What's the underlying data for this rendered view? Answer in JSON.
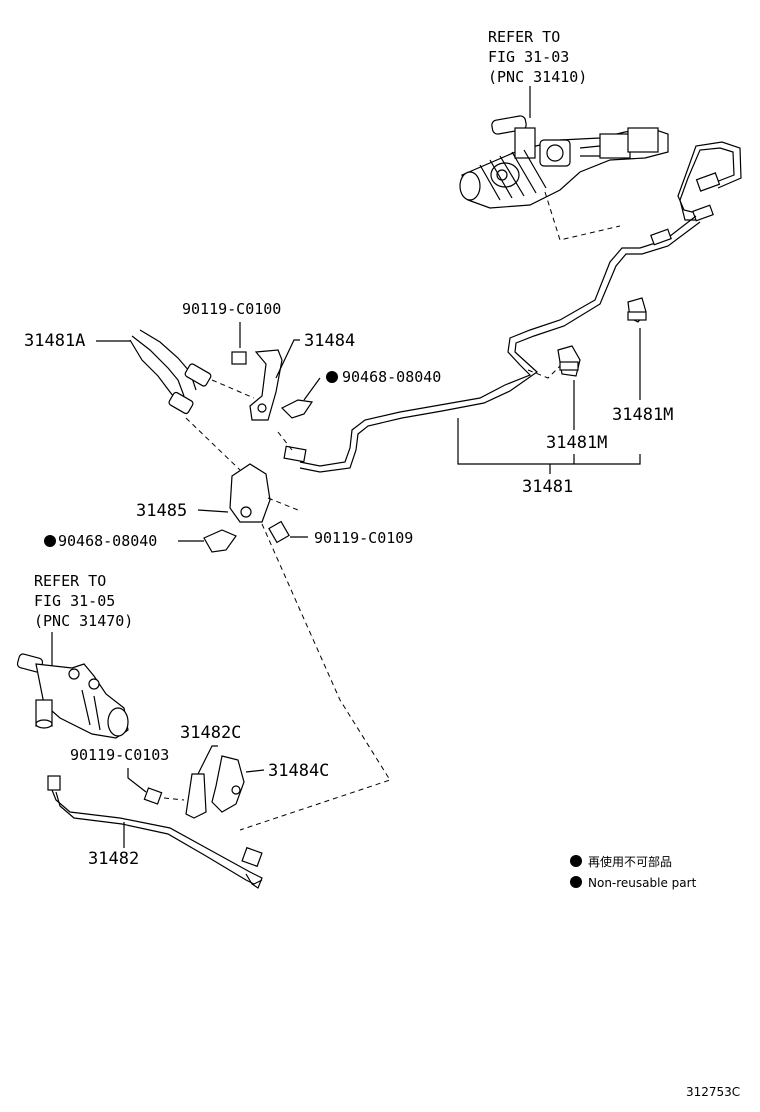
{
  "references": {
    "top": [
      "REFER TO",
      "FIG 31-03",
      "(PNC 31410)"
    ],
    "left": [
      "REFER TO",
      "FIG 31-05",
      "(PNC 31470)"
    ]
  },
  "labels": {
    "p31481A": "31481A",
    "p90119_C0100": "90119-C0100",
    "p31484": "31484",
    "p90468_08040_a": "90468-08040",
    "p31481M_right": "31481M",
    "p31481M_mid": "31481M",
    "p31481": "31481",
    "p31485": "31485",
    "p90468_08040_b": "90468-08040",
    "p90119_C0109": "90119-C0109",
    "p31482C": "31482C",
    "p90119_C0103": "90119-C0103",
    "p31484C": "31484C",
    "p31482": "31482"
  },
  "legend": {
    "line1": "再使用不可部品",
    "line2": "Non-reusable part"
  },
  "figure_code": "312753C"
}
